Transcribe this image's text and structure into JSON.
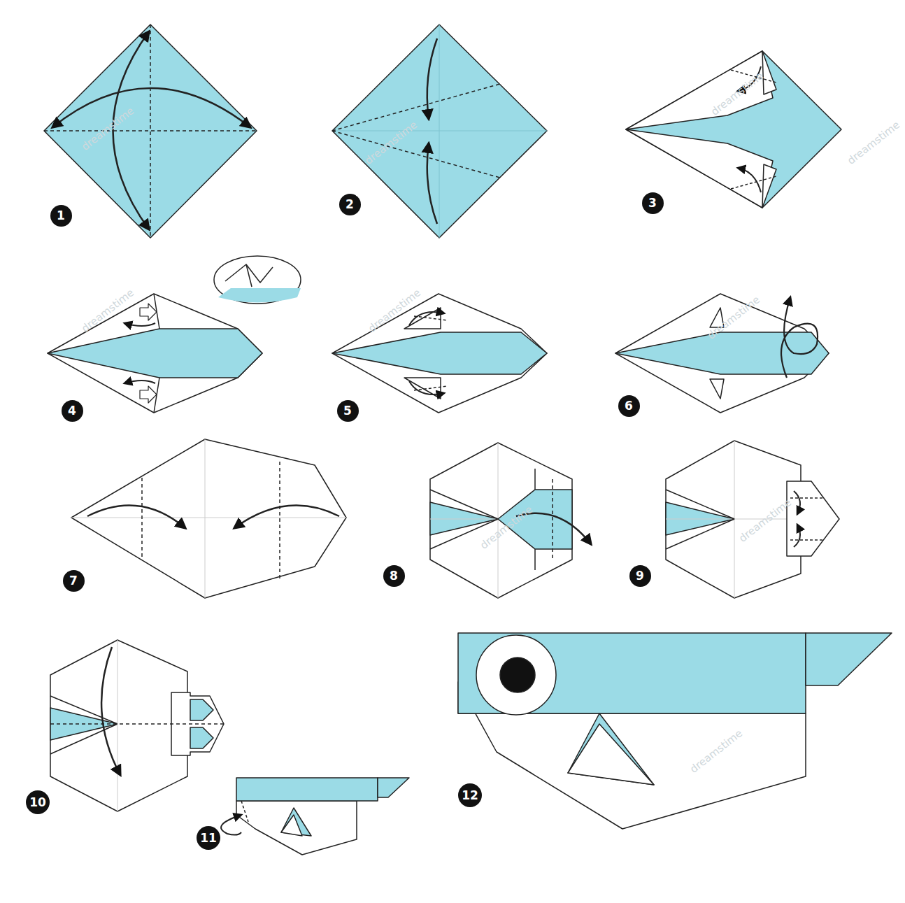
{
  "diagram": {
    "nodes": [
      {
        "text": [
          "1"
        ]
      },
      {
        "text": [
          "2"
        ]
      },
      {
        "text": [
          "3"
        ]
      },
      {
        "text": [
          "4"
        ]
      },
      {
        "text": [
          "5"
        ]
      },
      {
        "text": [
          "6"
        ]
      },
      {
        "text": [
          "7"
        ]
      },
      {
        "text": [
          "8"
        ]
      },
      {
        "text": [
          "9"
        ]
      },
      {
        "text": [
          "10"
        ]
      },
      {
        "text": [
          "11"
        ]
      },
      {
        "text": [
          "12"
        ]
      }
    ],
    "labels": [
      "dreamstime",
      "dreamstime",
      "dreamstime",
      "dreamstime",
      "dreamstime",
      "dreamstime",
      "dreamstime",
      "dreamstime",
      "dreamstime",
      "dreamstime"
    ]
  }
}
